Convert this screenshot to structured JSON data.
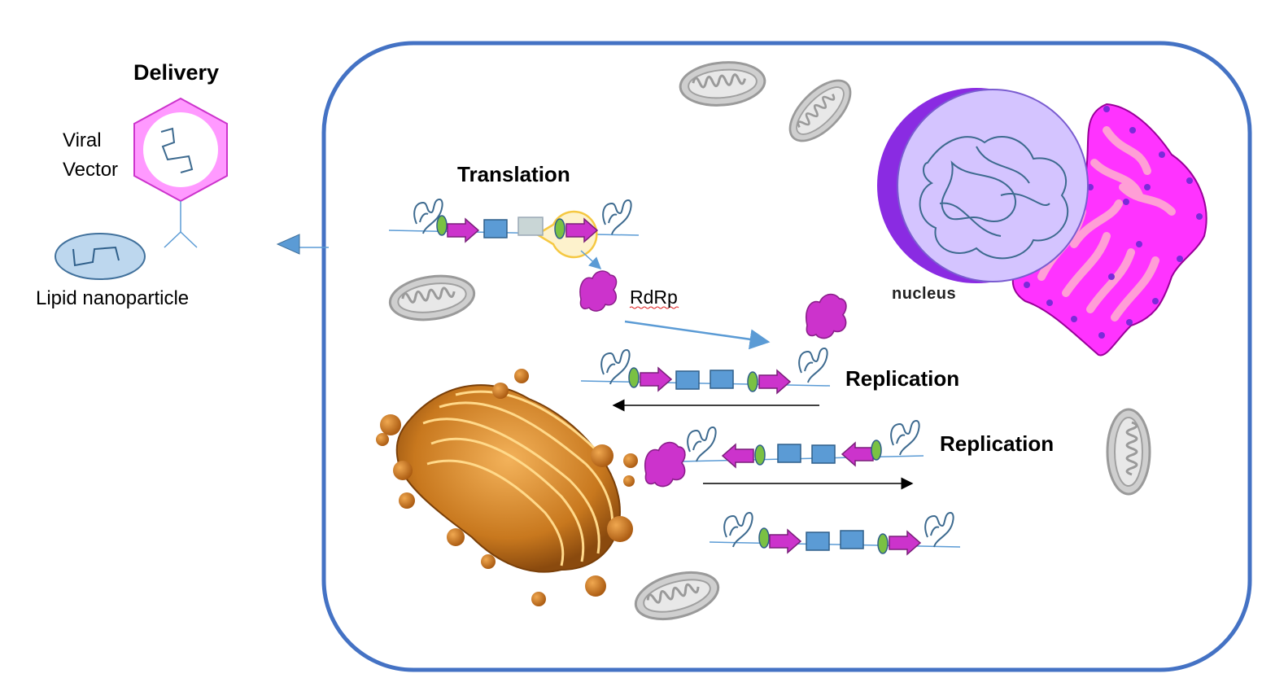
{
  "labels": {
    "delivery": "Delivery",
    "viral_line1": "Viral",
    "viral_line2": "Vector",
    "lipid": "Lipid nanoparticle",
    "translation": "Translation",
    "rdrp": "RdRp",
    "nucleus": "nucleus",
    "replication_1": "Replication",
    "replication_2": "Replication"
  },
  "colors": {
    "cell_border": "#4472c4",
    "arrow_blue": "#5b9bd5",
    "magenta": "#cc33cc",
    "green": "#7ac143",
    "blue_box": "#5b9bd5",
    "capsid": "#ff99ff",
    "capsid_stroke": "#cc33cc",
    "lnp_fill": "#bdd7ee",
    "rna": "#2f5f8a",
    "ribosome": "#f5c842",
    "mito": "#c9c9c9",
    "golgi": "#c8781e",
    "er": "#ff33ff",
    "nucleus": "#d4c4ff"
  },
  "icons": [
    "hexagon-capsid-icon",
    "lipid-nanoparticle-icon",
    "mitochondrion-icon",
    "ribosome-icon",
    "rdrp-protein-icon",
    "golgi-apparatus-icon",
    "nucleus-icon",
    "endoplasmic-reticulum-icon"
  ]
}
